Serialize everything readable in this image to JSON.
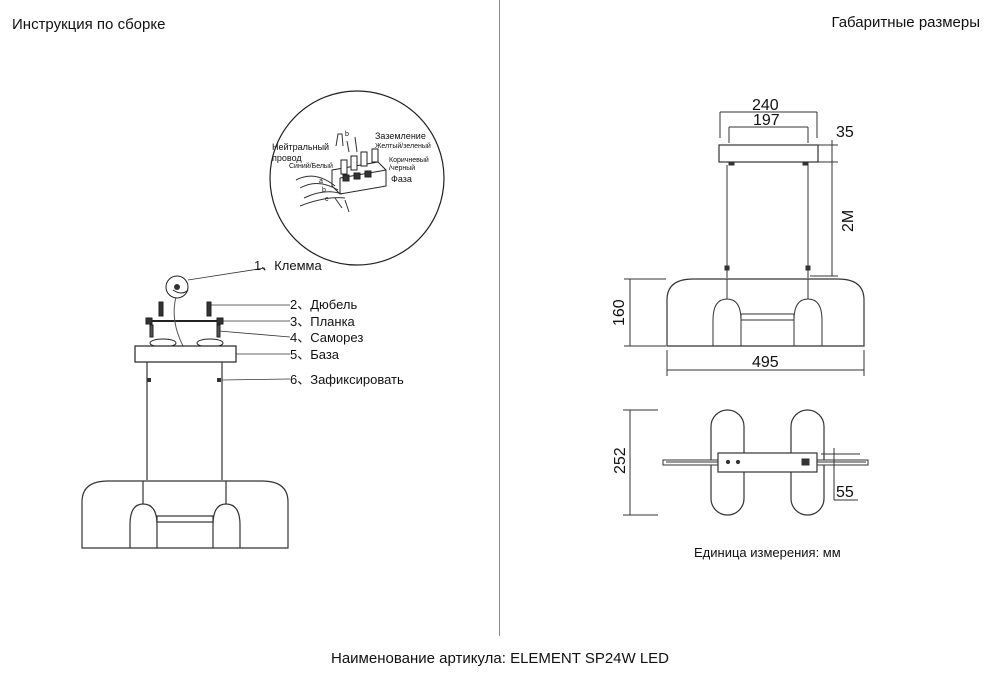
{
  "header": {
    "left_title": "Инструкция по сборке",
    "right_title": "Габаритные размеры"
  },
  "footer": {
    "product_name": "Наименование артикула: ELEMENT SP24W LED"
  },
  "assembly": {
    "detail": {
      "neutral_line1": "Нейтральный",
      "neutral_line2": "провод",
      "neutral_color": "Синий/Белый",
      "ground": "Заземление",
      "ground_color": "Желтый/зеленый",
      "phase_color_line1": "Коричневый",
      "phase_color_line2": "/черный",
      "phase": "Фаза"
    },
    "parts": [
      "1、Клемма",
      "2、Дюбель",
      "3、Планка",
      "4、Саморез",
      "5、База",
      "6、Зафиксировать"
    ]
  },
  "dimensions": {
    "top_width_outer": "240",
    "top_width_inner": "197",
    "canopy_height": "35",
    "cable_length": "2M",
    "body_height": "160",
    "body_width": "495",
    "plan_depth": "252",
    "bracket_depth": "55",
    "unit_note": "Единица измерения: мм"
  }
}
